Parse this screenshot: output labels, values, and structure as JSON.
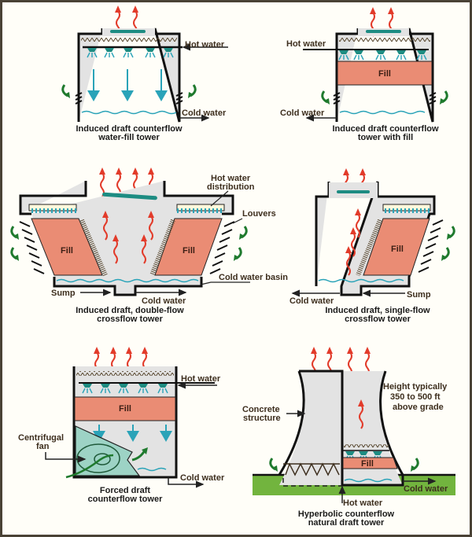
{
  "title": "Cooling tower types",
  "colors": {
    "frame": "#4a4236",
    "tower_bg": "#e3e3e3",
    "fill": "#ea8c74",
    "water": "#2aa3b8",
    "nozzle": "#1d8c82",
    "steam": "#e23b2a",
    "air": "#1f7a2e",
    "ground": "#72b43e",
    "fan_housing": "#9dd3c5",
    "text": "#3d2e1e"
  },
  "panels": [
    {
      "id": "p1",
      "caption": [
        "Induced draft counterflow",
        "water-fill tower"
      ],
      "labels": {
        "hot_water": "Hot water",
        "cold_water": "Cold water"
      }
    },
    {
      "id": "p2",
      "caption": [
        "Induced draft counterflow",
        "tower with fill"
      ],
      "labels": {
        "hot_water": "Hot water",
        "cold_water": "Cold water",
        "fill": "Fill"
      }
    },
    {
      "id": "p3",
      "caption": [
        "Induced draft, double-flow",
        "crossflow tower"
      ],
      "labels": {
        "hot_water_distribution": [
          "Hot water",
          "distribution"
        ],
        "louvers": "Louvers",
        "cold_water_basin": "Cold water basin",
        "sump": "Sump",
        "cold_water": "Cold water",
        "fill_left": "Fill",
        "fill_right": "Fill"
      }
    },
    {
      "id": "p4",
      "caption": [
        "Induced draft, single-flow",
        "crossflow tower"
      ],
      "labels": {
        "cold_water": "Cold water",
        "sump": "Sump",
        "fill": "Fill"
      }
    },
    {
      "id": "p5",
      "caption": [
        "Forced draft",
        "counterflow tower"
      ],
      "labels": {
        "hot_water": "Hot water",
        "cold_water": "Cold water",
        "fill": "Fill",
        "centrifugal_fan": [
          "Centrifugal",
          "fan"
        ]
      }
    },
    {
      "id": "p6",
      "caption": [
        "Hyperbolic counterflow",
        "natural draft tower"
      ],
      "labels": {
        "height_note": [
          "Height typically",
          "350 to 500 ft",
          "above grade"
        ],
        "concrete_structure": [
          "Concrete",
          "structure"
        ],
        "hot_water": "Hot water",
        "cold_water": "Cold water",
        "fill": "Fill"
      }
    }
  ]
}
